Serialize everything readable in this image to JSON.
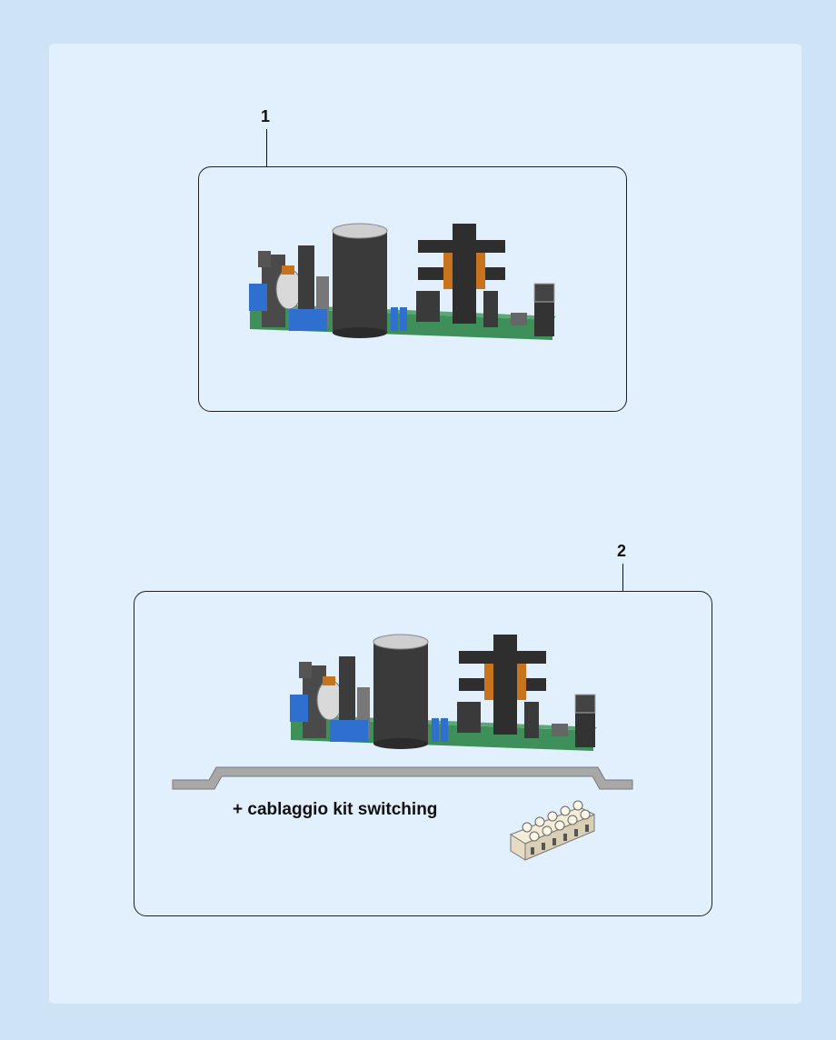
{
  "items": [
    {
      "number": "1",
      "component": "switching-power-supply-board"
    },
    {
      "number": "2",
      "component": "switching-power-supply-board-with-bracket",
      "caption": "+ cablaggio kit switching"
    }
  ],
  "colors": {
    "page_background": "#cfe3f7",
    "panel_background": "#e2effc",
    "pcb_green": "#3f8f5b",
    "capacitor_dark": "#3a3a3a",
    "transformer_core": "#2e2e2e",
    "copper_winding": "#c8741f",
    "blue_component": "#2f6fd0",
    "bracket_gray": "#a8a8a8",
    "terminal_block": "#f3ecd8"
  }
}
